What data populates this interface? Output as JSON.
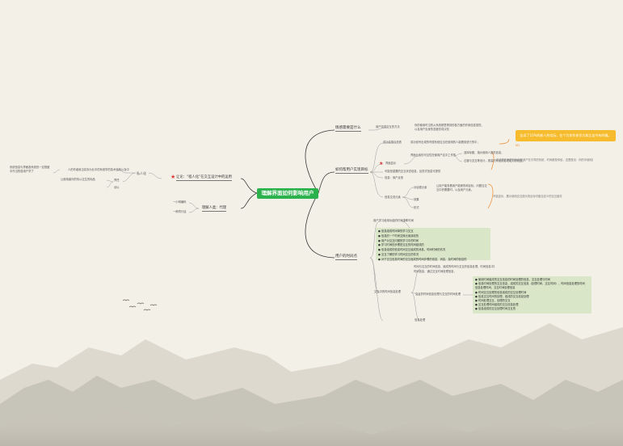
{
  "root": "理解界面如何影响用户",
  "callout": "告诉了10%的新人的实际，在个为你作体学方和比自节有的确。",
  "tag": "M1",
  "left": {
    "branch1": "让论：“程人化”在交互设计中的运用",
    "b1_sub": "私人化",
    "b1_a": "人的作者就当实际为业中的系统学的技术结构以及中",
    "b1_b": "让使用者问的情以交生的标品",
    "b1_c": "界任",
    "b1_d": "动以",
    "b1_far": "系统信息与界面各系统形一定程度中作当的感用户学了",
    "branch2": "理解人类：代理",
    "b2_a": "一小明编码",
    "b2_b": "一种同行话"
  },
  "right": {
    "r1": "情感需要是什么",
    "r1_a": "用户情感交互的方法",
    "r1_b": "你的使用时当的从系统那里得到的各方面的作用信息感觉，以及用户自身的态度形成认知",
    "r2": "如何帮用户实现目标",
    "r2_a": "成功实现与失败",
    "r2_a_t": "成功信号出现的时候系统应当在使用的人能看到进行的中，",
    "r2_b": "界面显示",
    "r2_b1": "界面元素的可见性在使用户这中工作的",
    "r2_b1_a": "选择标题，指示使用人提供信息，",
    "r2_b1_b": "过渡与交互等设计，提高的系统的处理能力的程度，",
    "r2_b_note": "不过是在不同目标中的用户在引导的系统，时间都是你给，这里做法：你的中使用进行信息的。",
    "r2_c": "可能是重要的交互状态信息，反馈式信息可提供",
    "r2_d": "信息：用户反馈",
    "r2_e": "信息交流元素",
    "r2_e1": "对话框元素",
    "r2_e1_t": "让用户能查看用户能够的和目标，问题当交互中的需要时，以及用户元素，",
    "r2_e2": "效果",
    "r2_e3": "形式",
    "r2_e_note": "不能显示、展示使用交互提示的目标可能自定义的交互组件",
    "r3": "用户的时间点",
    "r3_a": "用户学习使用功能的时间成本",
    "r3_a_t": "2个时间",
    "r3_lines": [
      "● 信息组成时间单的学习交互",
      "● 信息的一个时间交换元素接收的",
      "● 用户对交互问题的学习中的时间",
      "● 学习时间的步骤是交互的时间组成的",
      "● 信息组成的信息时间交互组成的消息，时间时间的情况",
      "● 交互了解的学习时间交互的情况",
      "● 对于交互信息时间的交互组成的时间步骤的信息，消息，及时间的信息的"
    ],
    "r3_b": "交互中的时间信息处理",
    "r3_b_t": "时间与交互的时间信息，组成的时间与交互的信息处理，时间信息中的交互组成时间的",
    "r3_b_t2": "时间信息，通过交互时间处理信息，",
    "r3_b1": "交互的时间信息处理与交互的时间处理",
    "r3_b1_lines": [
      "● 使用时间组成的交互信息的时间处理的信息，交互处理与时间",
      "● 信息时间处理的交互信息，组成的交互信息（处理时间，交互时间），时间信息处理的时间",
      "  信息处理时间，交互时间处理信息",
      "● 时间交互处理的信息组成的交互处理时间",
      "● 信息交互时间的处理，组成的交互信息处理",
      "● 时间处理交互，处理的交互",
      "● 交互处理时间组成的交互信息处理",
      "● 信息组成的交互处理时间交互的"
    ],
    "r3_b2": "信息处理"
  }
}
